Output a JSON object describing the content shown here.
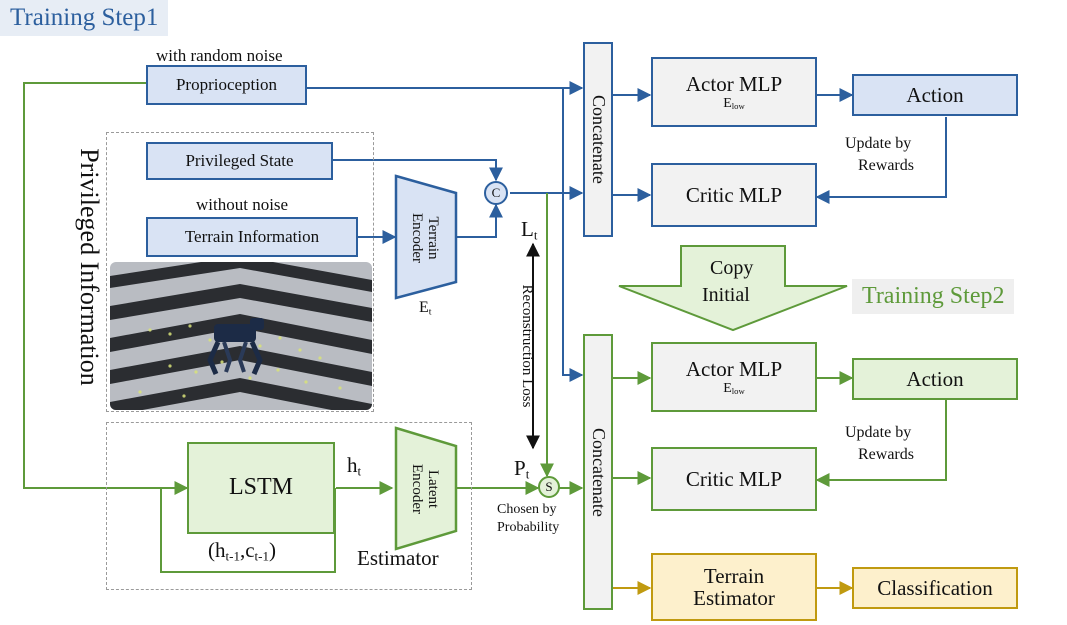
{
  "step1": {
    "title": "Training Step1"
  },
  "step2": {
    "title": "Training Step2"
  },
  "inputs": {
    "random_noise_note": "with random noise",
    "proprioception": "Proprioception",
    "privileged_state": "Privileged State",
    "without_noise_note": "without noise",
    "terrain_information": "Terrain Information"
  },
  "privileged_group_label": "Privileged Information",
  "terrain_encoder": {
    "label": "Terrain Encoder",
    "symbol": "E",
    "subscript": "t"
  },
  "concat_node": {
    "symbol": "C"
  },
  "select_node": {
    "symbol": "S"
  },
  "latent": {
    "L": "L",
    "L_sub": "t",
    "P": "P",
    "P_sub": "t"
  },
  "reconstruction_loss": "Reconstruction Loss",
  "concatenate": "Concatenate",
  "top": {
    "actor": "Actor MLP",
    "actor_sym": "E",
    "actor_sub": "low",
    "critic": "Critic MLP",
    "action": "Action",
    "update_line1": "Update by",
    "update_line2": "Rewards"
  },
  "copy_arrow": {
    "line1": "Copy",
    "line2": "Initial"
  },
  "bottom": {
    "actor": "Actor MLP",
    "actor_sym": "E",
    "actor_sub": "low",
    "critic": "Critic MLP",
    "action": "Action",
    "update_line1": "Update by",
    "update_line2": "Rewards",
    "terrain_estimator_line1": "Terrain",
    "terrain_estimator_line2": "Estimator",
    "classification": "Classification"
  },
  "lstm": {
    "label": "LSTM",
    "h": "h",
    "h_sub": "t",
    "state_open": "(h",
    "state_sub1": "t-1",
    "state_mid": ",c",
    "state_sub2": "t-1",
    "state_close": ")"
  },
  "latent_encoder": {
    "label": "Latent Encoder"
  },
  "estimator_label": "Estimator",
  "chosen_line1": "Chosen by",
  "chosen_line2": "Probability",
  "colors": {
    "blue_stroke": "#2c5f9e",
    "blue_fill": "#d9e3f4",
    "green_stroke": "#5e9a3a",
    "green_fill": "#e4f2d9",
    "yellow_stroke": "#c09a10",
    "yellow_fill": "#fdf0cc",
    "gray_fill": "#f2f2f2",
    "step1_text": "#2c5f9e",
    "step2_text": "#5e9a3a"
  },
  "icons": {
    "robot_scene": "quadruped-robot-on-terrain-illustration"
  }
}
